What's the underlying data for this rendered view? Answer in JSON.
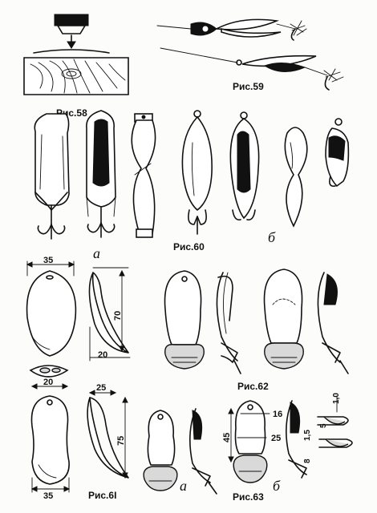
{
  "figures": {
    "fig58": "Рис.58",
    "fig59": "Рис.59",
    "fig60": "Рис.60",
    "fig61": "Рис.6I",
    "fig62": "Рис.62",
    "fig63": "Рис.63"
  },
  "sublabels": {
    "a": "а",
    "b": "б"
  },
  "dimensions": {
    "d35_top": "35",
    "d70": "70",
    "d20_side": "20",
    "d20_front": "20",
    "d25": "25",
    "d75": "75",
    "d35_bottom": "35",
    "d16": "16",
    "d45": "45",
    "d25_r": "25",
    "d1_0": "1,0",
    "d5": "5",
    "d1_5": "1,5",
    "d8": "8"
  }
}
